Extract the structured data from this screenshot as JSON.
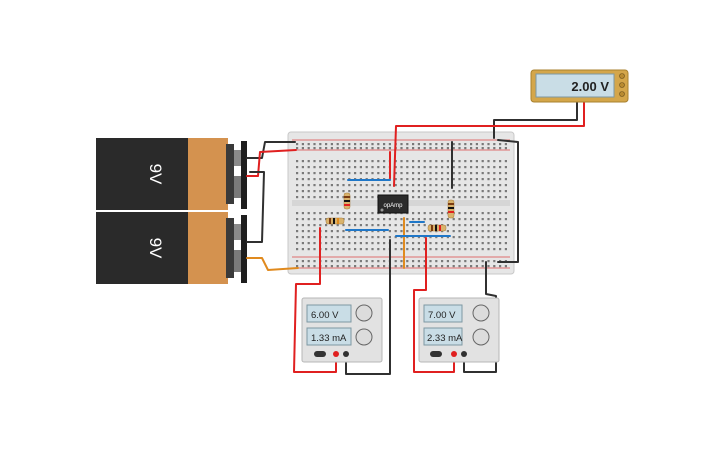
{
  "multimeter": {
    "reading": "2.00 V"
  },
  "batteries": [
    {
      "label": "9V"
    },
    {
      "label": "9V"
    }
  ],
  "opamp": {
    "label": "opAmp"
  },
  "supplies": [
    {
      "voltage": "6.00 V",
      "current": "1.33 mA"
    },
    {
      "voltage": "7.00 V",
      "current": "2.33 mA"
    }
  ],
  "colors": {
    "wire_red": "#e02020",
    "wire_black": "#303030",
    "wire_orange": "#e08a1e",
    "wire_blue": "#1f77c8",
    "battery_body": "#2a2a2a",
    "battery_cap": "#d4924f",
    "breadboard": "#e9e9e9",
    "lcd": "#c9dde6"
  }
}
